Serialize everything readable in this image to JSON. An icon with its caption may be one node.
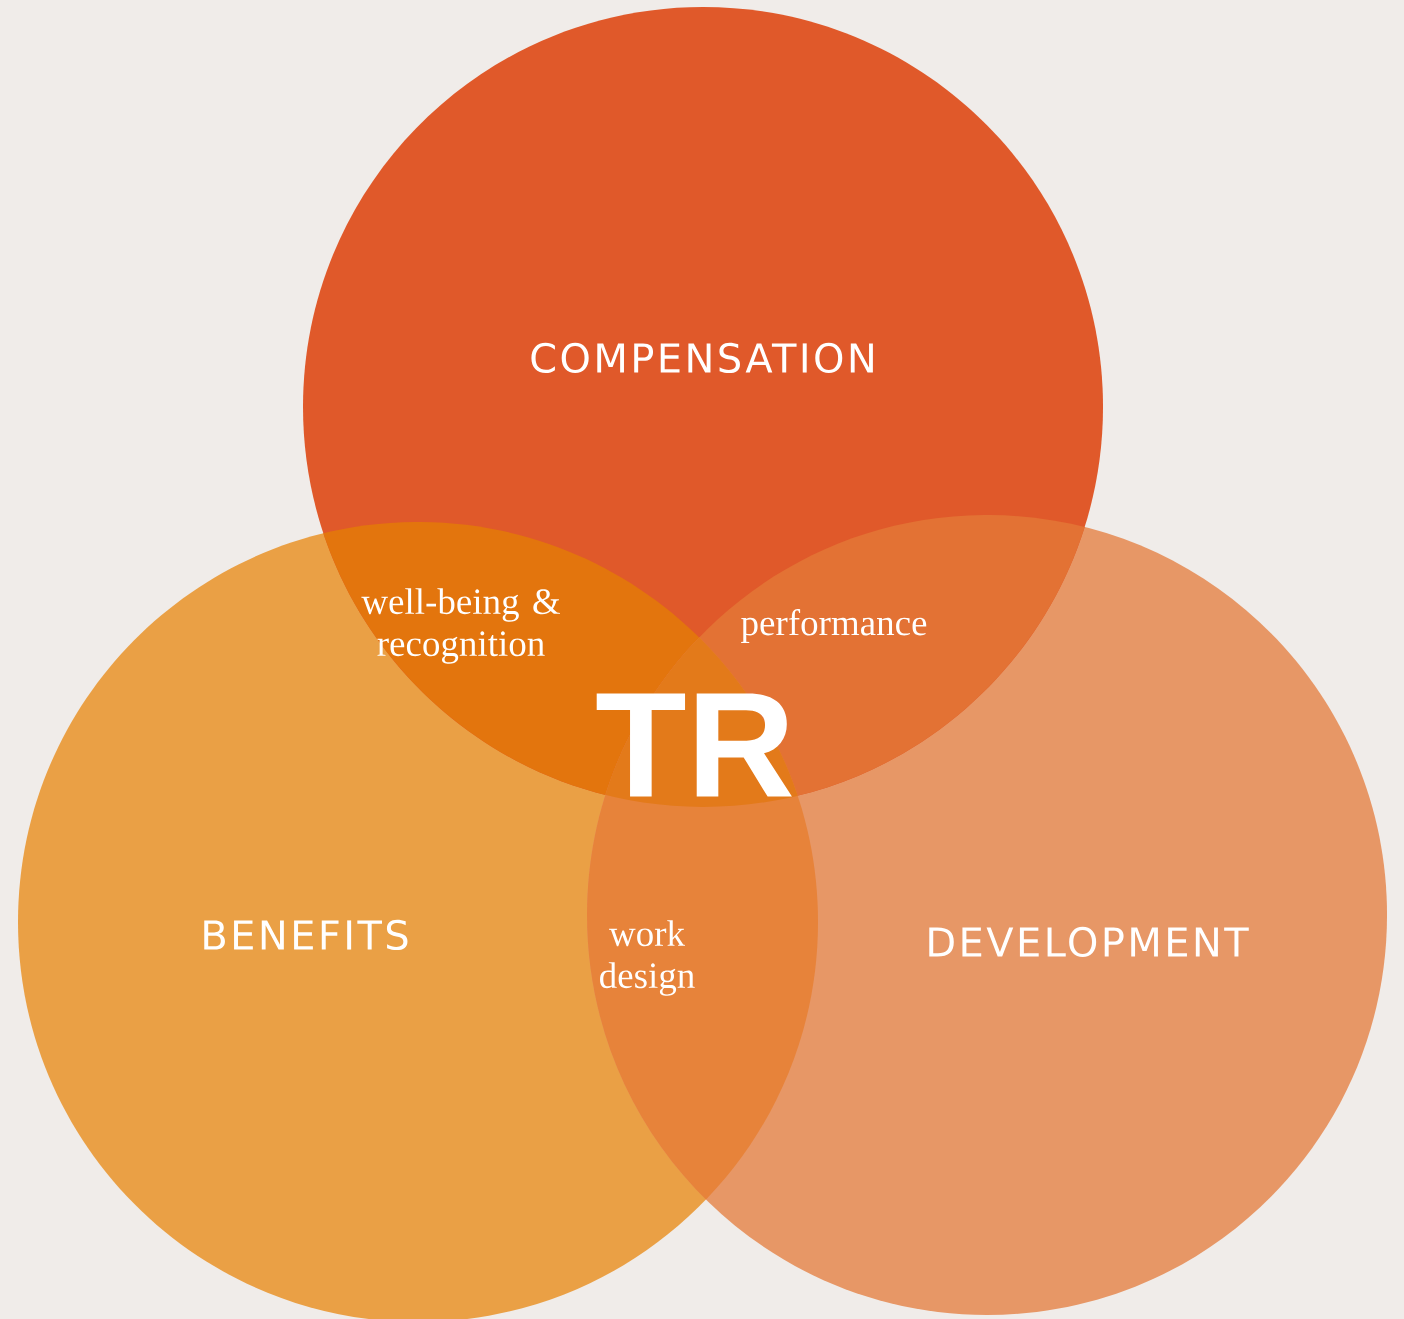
{
  "diagram": {
    "nodes": [
      {
        "text": [
          "COMPENSATION"
        ]
      },
      {
        "text": [
          "BENEFITS"
        ]
      },
      {
        "text": [
          "DEVELOPMENT"
        ]
      }
    ],
    "labels": [
      "well-being & recognition",
      "performance",
      "TR",
      "work design"
    ]
  }
}
